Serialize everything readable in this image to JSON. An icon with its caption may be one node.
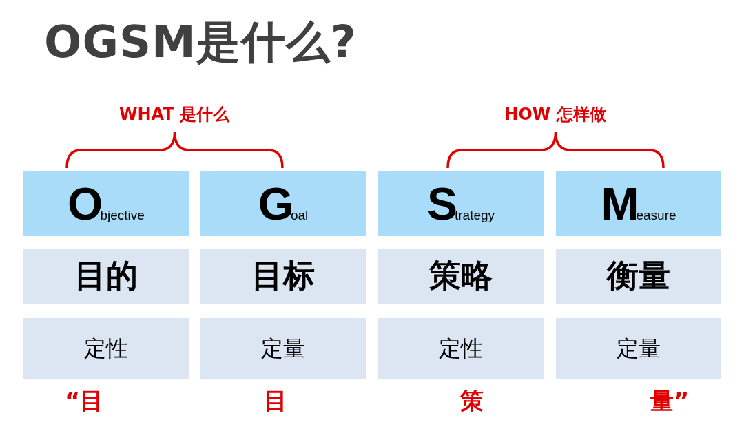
{
  "diagram": {
    "title": "OGSM是什么?",
    "nodes": [
      {
        "text": [
          "Objective"
        ]
      },
      {
        "text": [
          "Goal"
        ]
      },
      {
        "text": [
          "Strategy"
        ]
      },
      {
        "text": [
          "Measure"
        ]
      },
      {
        "text": [
          "目的"
        ]
      },
      {
        "text": [
          "目标"
        ]
      },
      {
        "text": [
          "策略"
        ]
      },
      {
        "text": [
          "衡量"
        ]
      },
      {
        "text": [
          "定性"
        ]
      },
      {
        "text": [
          "定量"
        ]
      },
      {
        "text": [
          "定性"
        ]
      },
      {
        "text": [
          "定量"
        ]
      }
    ],
    "edges": [],
    "labels": [
      "WHAT 是什么",
      "HOW 怎样做",
      "“目",
      "目",
      "策",
      "量”"
    ]
  }
}
